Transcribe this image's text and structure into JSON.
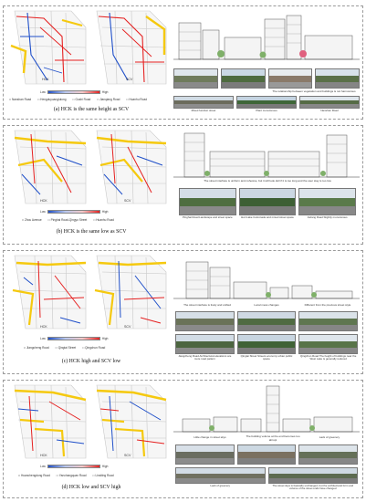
{
  "panels": [
    {
      "id": "a",
      "caption": "(a) HCK is the same height as SCV",
      "map_labels": [
        "HCK",
        "SCV"
      ],
      "legend": {
        "low": "Low",
        "high": "High"
      },
      "roads": [
        "Nanshan Road",
        "Hengduyuanglulong",
        "Gushi Road",
        "Jianqiang Road",
        "Huanhu Road"
      ],
      "notes": [
        "The relationship between vegetation and buildings is not harmonious"
      ],
      "photo_labels": [
        "Mixed function street",
        "Plant monotonous",
        "Nanshan Road"
      ]
    },
    {
      "id": "b",
      "caption": "(b) HCK is the same low as SCV",
      "map_labels": [
        "HCK",
        "SCV"
      ],
      "legend": {
        "low": "Low",
        "high": "High"
      },
      "roads": [
        "Zhou Avenue",
        "Pinghai Road-Qingyo Street",
        "Huanhu Road"
      ],
      "notes": [
        "The street interface is uniform and cohesive, but it will look dull if it is too long and the user stay is too low"
      ],
      "photo_labels": [
        "Pinghai Road Landscape and street space",
        "Huri Lake Colonnade and mixed street space",
        "Jiefang Road Slightly monotonous"
      ]
    },
    {
      "id": "c",
      "caption": "(c) HCK high and SCV low",
      "map_labels": [
        "HCK",
        "SCV"
      ],
      "legend": {
        "low": "Low",
        "high": "High"
      },
      "roads": [
        "Jiangcheng Road",
        "Qingtai Street",
        "Qingchun Road"
      ],
      "notes": [
        "The street interface is lively and unified",
        "Local mess changes",
        "Different from the previous street style"
      ],
      "photo_labels": [
        "Jiangcheng Road Architectural elevations are more road pattern",
        "Qingtai Street Streets economy urban public space",
        "Qingchun Road The height of buildings near the West Lake is generally reduced"
      ]
    },
    {
      "id": "d",
      "caption": "(d) HCK low and SCV high",
      "map_labels": [
        "HCK",
        "SCV"
      ],
      "legend": {
        "low": "Low",
        "high": "High"
      },
      "roads": [
        "Huanchengdong Road",
        "Yanchangquan Road",
        "Linsiting Road"
      ],
      "notes": [
        "Little change in street skys",
        "The building volume at the end becomes too abrupt",
        "Lack of greenery"
      ],
      "photo_labels": [
        "Lack of greenery",
        "The street skys is basically unchanged, but the architectural form and volume of the street ends have changed"
      ]
    }
  ],
  "colors": {
    "low": "#1f4fc9",
    "high": "#e52020",
    "highlight": "#f5c90f",
    "water": "#9bc7e8",
    "grid": "#c8c8c8"
  }
}
